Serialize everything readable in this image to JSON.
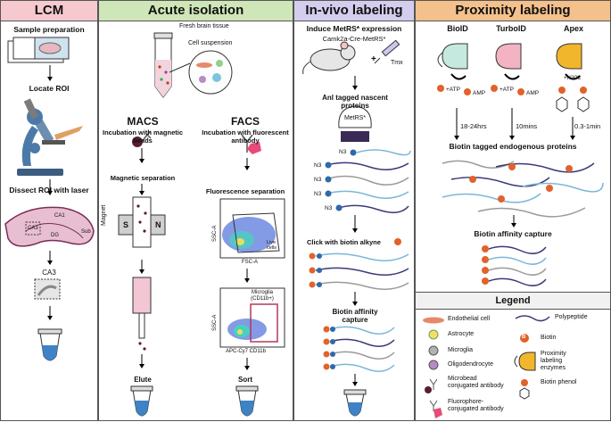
{
  "panels": {
    "lcm": {
      "title": "LCM",
      "color": "#f6c9cf",
      "steps": [
        "Sample preparation",
        "Locate ROI",
        "Dissect ROI with laser"
      ],
      "regions": {
        "ca1": "CA1",
        "ca3": "CA3",
        "dg": "DG",
        "sub": "Sub"
      },
      "zoom_label": "CA3"
    },
    "acute": {
      "title": "Acute isolation",
      "color": "#cfe6b8",
      "tissue": "Fresh brain tissue",
      "suspension": "Cell suspension",
      "macs": {
        "title": "MACS",
        "incubation": "Incubation with magnetic beads",
        "separation": "Magnetic separation",
        "magnet": "Magnet",
        "s": "S",
        "n": "N",
        "final": "Elute"
      },
      "facs": {
        "title": "FACS",
        "incubation": "Incubation with fluorescent antibody",
        "separation": "Fluorescence separation",
        "ssc": "SSC-A",
        "fsc": "FSC-A",
        "live": "Live cells",
        "microglia": "Microglia (CD11b+)",
        "apc": "APC-Cy7 CD11b",
        "final": "Sort"
      }
    },
    "invivo": {
      "title": "In-vivo labeling",
      "color": "#d4cdee",
      "induce": "Induce MetRS* expression",
      "mouse": "Camk2a-Cre-MetRS*",
      "tmx": "Tmx",
      "plus": "+",
      "tagged": "Anl tagged nascent proteins",
      "metrs": "MetRS*",
      "n3": "N3",
      "click": "Click with biotin alkyne",
      "capture": "Biotin affinity capture"
    },
    "proximity": {
      "title": "Proximity labeling",
      "color": "#f4c08c",
      "enzymes": [
        "BioID",
        "TurboID",
        "Apex"
      ],
      "atp": "+ATP",
      "amp": "AMP",
      "h2o2": "+H2O2",
      "times": [
        "18-24hrs",
        "10mins",
        "0.3-1min"
      ],
      "tagged": "Biotin tagged endogenous proteins",
      "capture": "Biotin affinity capture",
      "b": "B"
    }
  },
  "legend": {
    "title": "Legend",
    "items": [
      "Endothelial cell",
      "Astrocyte",
      "Microglia",
      "Oligodendrocyte",
      "Microbead conjugated antibody",
      "Fluorophore-conjugated antibody",
      "Polypeptide",
      "Biotin",
      "Proximity labeling enzymes",
      "Biotin phenol"
    ]
  }
}
